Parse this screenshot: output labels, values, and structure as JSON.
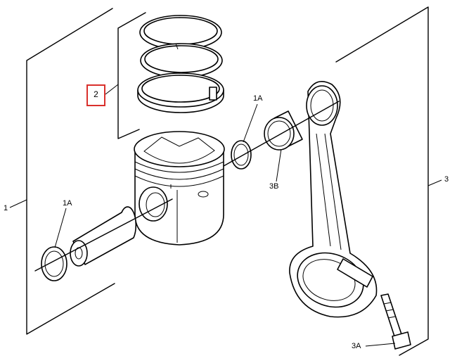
{
  "callouts": {
    "assembly": "1",
    "ring_set": "2",
    "rod": "3",
    "retainer_left": "1A",
    "retainer_right": "1A",
    "bearing": "3B",
    "bolt": "3A"
  },
  "colors": {
    "line": "#000000",
    "highlight": "#d9302c",
    "background": "#ffffff"
  }
}
